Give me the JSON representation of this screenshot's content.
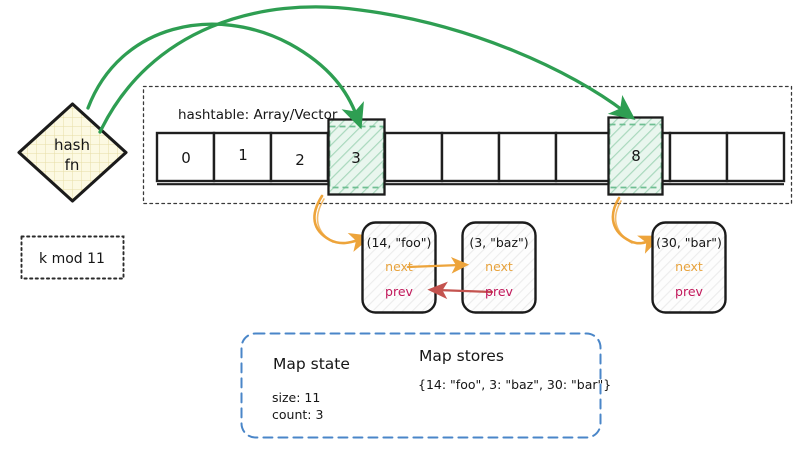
{
  "diagram": {
    "title": "Hash table with separate chaining (doubly linked list)",
    "colors": {
      "ink": "#1a1a1a",
      "green_arrow": "#2e9e52",
      "green_cell_fill": "#e7f5ec",
      "green_cell_hatch": "#9ed3b2",
      "orange_arrow": "#eda43b",
      "next_label": "#e8a33d",
      "prev_label": "#c2185b",
      "prev_arrow": "#c4534f",
      "diamond_fill": "#fbf8e0",
      "diamond_grid": "#e3dba8",
      "blue_panel": "#4a86c8",
      "node_fill": "#fcfcfc",
      "node_hatch": "#ebebeb"
    }
  },
  "hash_fn": {
    "line1": "hash",
    "line2": "fn"
  },
  "mod_box": {
    "label": "k mod 11"
  },
  "hashtable": {
    "caption": "hashtable: Array/Vector",
    "cells": [
      {
        "label": "0",
        "highlighted": false
      },
      {
        "label": "1",
        "highlighted": false
      },
      {
        "label": "2",
        "highlighted": false
      },
      {
        "label": "3",
        "highlighted": true
      },
      {
        "label": "",
        "highlighted": false
      },
      {
        "label": "",
        "highlighted": false
      },
      {
        "label": "",
        "highlighted": false
      },
      {
        "label": "",
        "highlighted": false
      },
      {
        "label": "8",
        "highlighted": true
      },
      {
        "label": "",
        "highlighted": false
      },
      {
        "label": "",
        "highlighted": false
      }
    ]
  },
  "nodes": [
    {
      "id": "node-14-foo",
      "title": "(14, \"foo\")",
      "next_label": "next",
      "prev_label": "prev"
    },
    {
      "id": "node-3-baz",
      "title": "(3, \"baz\")",
      "next_label": "next",
      "prev_label": "prev"
    },
    {
      "id": "node-30-bar",
      "title": "(30, \"bar\")",
      "next_label": "next",
      "prev_label": "prev"
    }
  ],
  "map_panel": {
    "state_heading": "Map state",
    "size_line": "size: 11",
    "count_line": "count: 3",
    "stores_heading": "Map stores",
    "stores_value": "{14: \"foo\", 3: \"baz\", 30: \"bar\"}"
  }
}
